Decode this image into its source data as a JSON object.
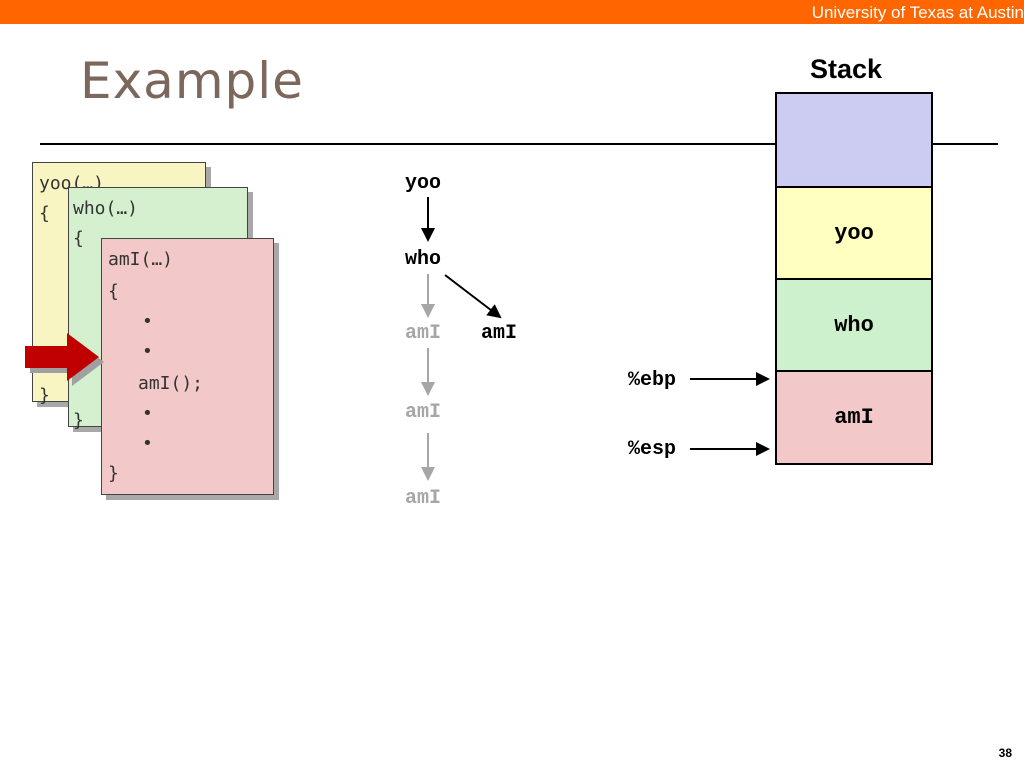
{
  "header": {
    "institution": "University of Texas at Austin"
  },
  "slide": {
    "title": "Example",
    "page_number": "38"
  },
  "code_cards": {
    "yoo": {
      "signature": "yoo(…)",
      "open_brace": "{",
      "close_brace": "}"
    },
    "who": {
      "signature": "who(…)",
      "open_brace": "{",
      "close_brace": "}"
    },
    "ami": {
      "signature": "amI(…)",
      "open_brace": "{",
      "bullet": "•",
      "call": "amI();",
      "close_brace": "}"
    }
  },
  "call_tree": {
    "root": "yoo",
    "child": "who",
    "past_call_1": "amI",
    "current_call": "amI",
    "future_call_1": "amI",
    "future_call_2": "amI"
  },
  "stack": {
    "title": "Stack",
    "frames": [
      "",
      "yoo",
      "who",
      "amI"
    ],
    "frame_colors": [
      "#ccccf2",
      "#ffffbf",
      "#cdf0cd",
      "#f2c8c8"
    ]
  },
  "registers": {
    "ebp": "%ebp",
    "esp": "%esp"
  },
  "colors": {
    "header_bar": "#ff6600",
    "yoo_card": "#f8f5c2",
    "who_card": "#d4f0cf",
    "ami_card": "#f2c8c8",
    "pointer_arrow": "#c00000"
  }
}
